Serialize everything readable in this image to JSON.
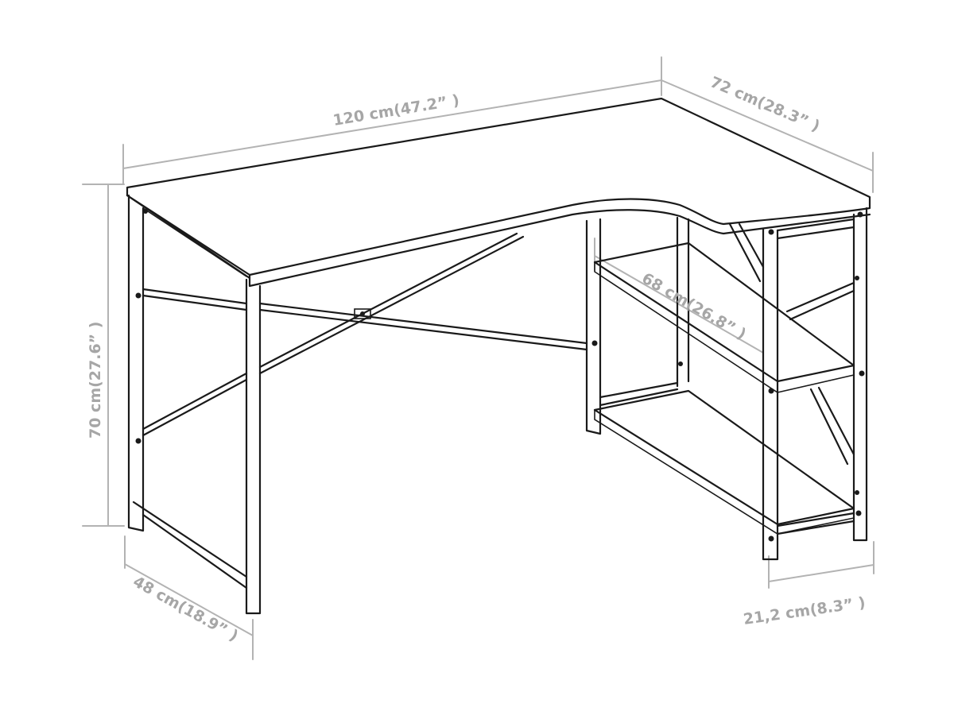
{
  "dimensions": {
    "width": "120 cm(47.2” )",
    "depth": "72 cm(28.3” )",
    "height": "70 cm(27.6” )",
    "left_depth": "48 cm(18.9” )",
    "shelf_depth": "68 cm(26.8” )",
    "shelf_width": "21,2 cm(8.3” )"
  },
  "colors": {
    "line": "#1a1a1a",
    "dimension": "#b3b3b3",
    "dimension_text": "#a6a6a6",
    "background": "#ffffff"
  }
}
